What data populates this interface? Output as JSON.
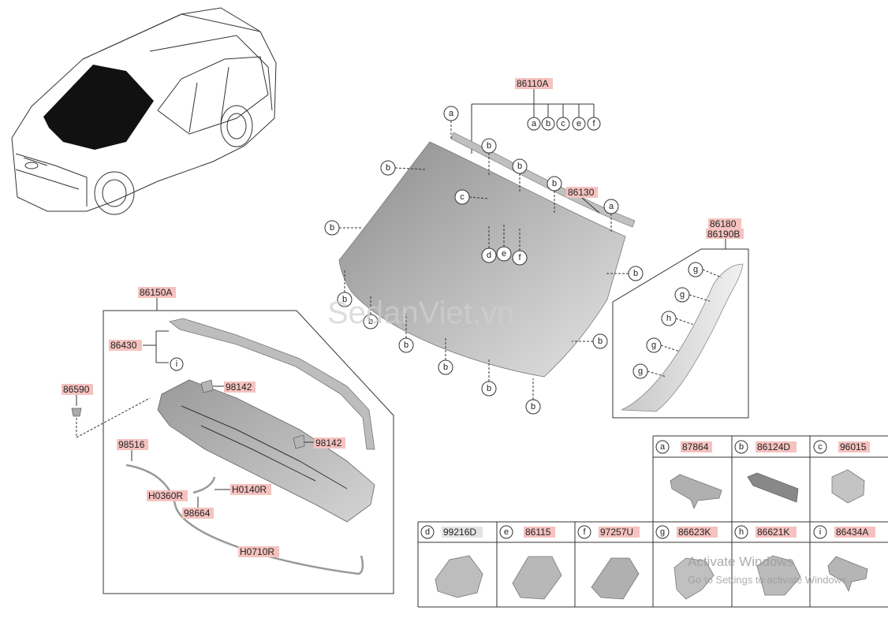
{
  "parts": {
    "windshield_assy": "86110A",
    "molding_top": "86130",
    "pillar_trim_1": "86180",
    "pillar_trim_2": "86190B",
    "cowl_assy": "86150A",
    "cowl_seal": "86430",
    "clip_86590": "86590",
    "bracket_98142_a": "98142",
    "bracket_98142_b": "98142",
    "nozzle_98516": "98516",
    "hose_h0360r": "H0360R",
    "hose_h0140r": "H0140R",
    "connector_98664": "98664",
    "hose_h0710r": "H0710R"
  },
  "callout_group": [
    "a",
    "b",
    "c",
    "e",
    "f"
  ],
  "legend": [
    {
      "letter": "a",
      "part": "87864"
    },
    {
      "letter": "b",
      "part": "86124D"
    },
    {
      "letter": "c",
      "part": "96015"
    },
    {
      "letter": "d",
      "part": "99216D"
    },
    {
      "letter": "e",
      "part": "86115"
    },
    {
      "letter": "f",
      "part": "97257U"
    },
    {
      "letter": "g",
      "part": "86623K"
    },
    {
      "letter": "h",
      "part": "86621K"
    },
    {
      "letter": "i",
      "part": "86434A"
    }
  ],
  "watermark": "SedanViet.vn",
  "os_overlay": {
    "line1": "Activate Windows",
    "line2": "Go to Settings to activate Windows."
  }
}
